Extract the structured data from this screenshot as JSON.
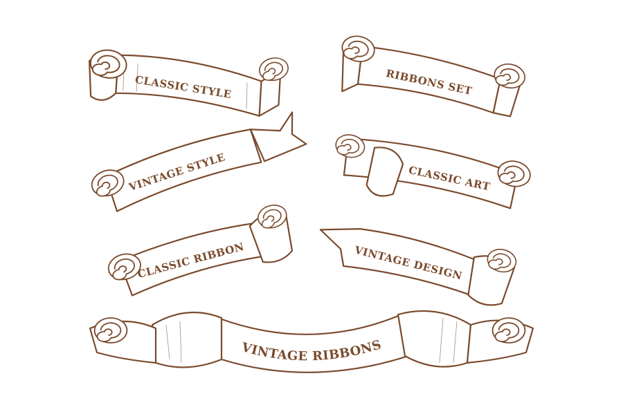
{
  "colors": {
    "ink": "#7a4a2c",
    "background": "#ffffff"
  },
  "ribbons": [
    {
      "label": "CLASSIC STYLE"
    },
    {
      "label": "RIBBONS SET"
    },
    {
      "label": "VINTAGE STYLE"
    },
    {
      "label": "CLASSIC ART"
    },
    {
      "label": "CLASSIC RIBBON"
    },
    {
      "label": "VINTAGE DESIGN"
    },
    {
      "label": "VINTAGE RIBBONS"
    }
  ]
}
